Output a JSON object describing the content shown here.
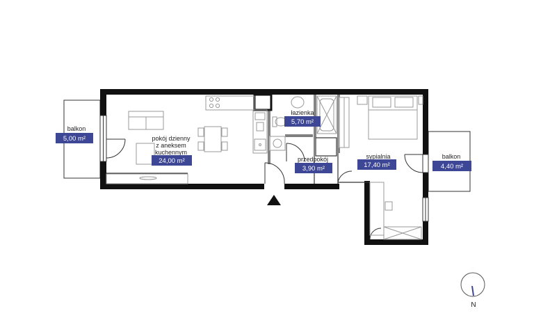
{
  "rooms": {
    "balcony_left": {
      "name": "balkon",
      "area": "5,00 m²"
    },
    "living": {
      "name_lines": [
        "pokój dzienny",
        "z aneksem",
        "kuchennym"
      ],
      "area": "24,00 m²"
    },
    "bathroom": {
      "name": "łazienka",
      "area": "5,70 m²"
    },
    "hall": {
      "name": "przedpokój",
      "area": "3,90 m²"
    },
    "bedroom": {
      "name": "sypialnia",
      "area": "17,40 m²"
    },
    "balcony_right": {
      "name": "balkon",
      "area": "4,40 m²"
    }
  },
  "compass": {
    "label": "N"
  },
  "colors": {
    "tag": "#3d4796",
    "wall": "#111111",
    "fixture": "#999999"
  }
}
